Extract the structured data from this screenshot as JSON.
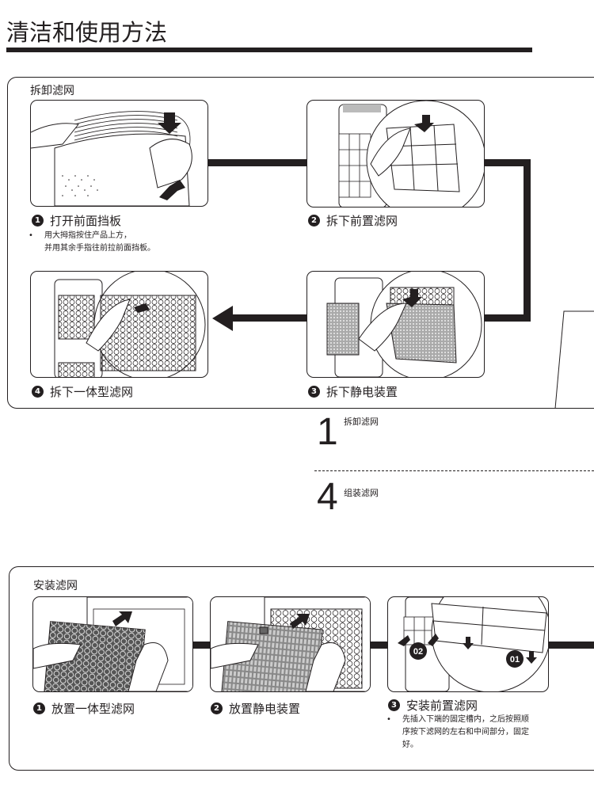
{
  "page": {
    "title": "清洁和使用方法"
  },
  "remove_section": {
    "title": "拆卸滤网",
    "steps": [
      {
        "number": "1",
        "label": "打开前面挡板",
        "bullet": "用大拇指按住产品上方，",
        "bullet_cont": "并用其余手指往前拉前面挡板。",
        "image": "open-front-cover-illustration"
      },
      {
        "number": "2",
        "label": "拆下前置滤网",
        "image": "remove-pre-filter-illustration"
      },
      {
        "number": "3",
        "label": "拆下静电装置",
        "image": "remove-electrostatic-unit-illustration"
      },
      {
        "number": "4",
        "label": "拆下一体型滤网",
        "image": "remove-integrated-filter-illustration"
      }
    ]
  },
  "section_index": [
    {
      "number": "1",
      "label": "拆卸滤网"
    },
    {
      "number": "4",
      "label": "组装滤网"
    }
  ],
  "install_section": {
    "title": "安装滤网",
    "steps": [
      {
        "number": "1",
        "label": "放置一体型滤网",
        "image": "place-integrated-filter-illustration"
      },
      {
        "number": "2",
        "label": "放置静电装置",
        "image": "place-electrostatic-unit-illustration"
      },
      {
        "number": "3",
        "label": "安装前置滤网",
        "bullet": "先插入下端的固定槽内，之后按照顺",
        "bullet_cont": "序按下滤网的左右和中间部分，固定",
        "bullet_cont2": "好。",
        "image": "install-pre-filter-illustration",
        "callouts": [
          "01",
          "02"
        ]
      }
    ]
  },
  "bullet_symbol": "•"
}
